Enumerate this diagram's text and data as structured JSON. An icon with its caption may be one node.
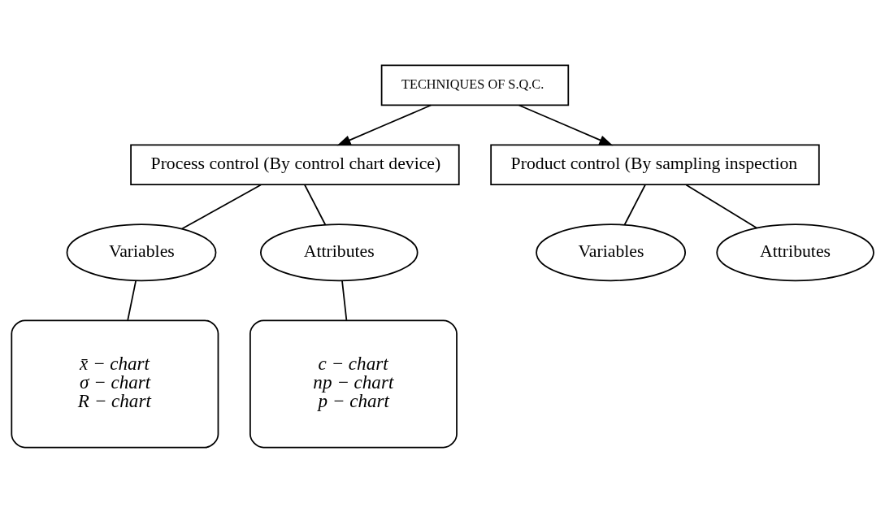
{
  "diagram": {
    "nodes": [
      {
        "text": [
          "TECHNIQUES OF S.Q.C."
        ]
      },
      {
        "text": [
          "Process control (By control chart device)"
        ]
      },
      {
        "text": [
          "Product control (By sampling inspection"
        ]
      },
      {
        "text": [
          "Variables"
        ]
      },
      {
        "text": [
          "Attributes"
        ]
      },
      {
        "text": [
          "Variables"
        ]
      },
      {
        "text": [
          "Attributes"
        ]
      },
      {
        "text": [
          "x̄ − chart",
          "σ − chart",
          "R − chart"
        ]
      },
      {
        "text": [
          "c − chart",
          "np − chart",
          "p − chart"
        ]
      }
    ],
    "edges": [
      {
        "from": 0,
        "to": 1,
        "arrow": "to"
      },
      {
        "from": 0,
        "to": 2,
        "arrow": "to"
      },
      {
        "from": 1,
        "to": 3,
        "arrow": "none"
      },
      {
        "from": 1,
        "to": 4,
        "arrow": "none"
      },
      {
        "from": 2,
        "to": 5,
        "arrow": "none"
      },
      {
        "from": 2,
        "to": 6,
        "arrow": "none"
      },
      {
        "from": 3,
        "to": 7,
        "arrow": "none"
      },
      {
        "from": 4,
        "to": 8,
        "arrow": "none"
      }
    ]
  }
}
